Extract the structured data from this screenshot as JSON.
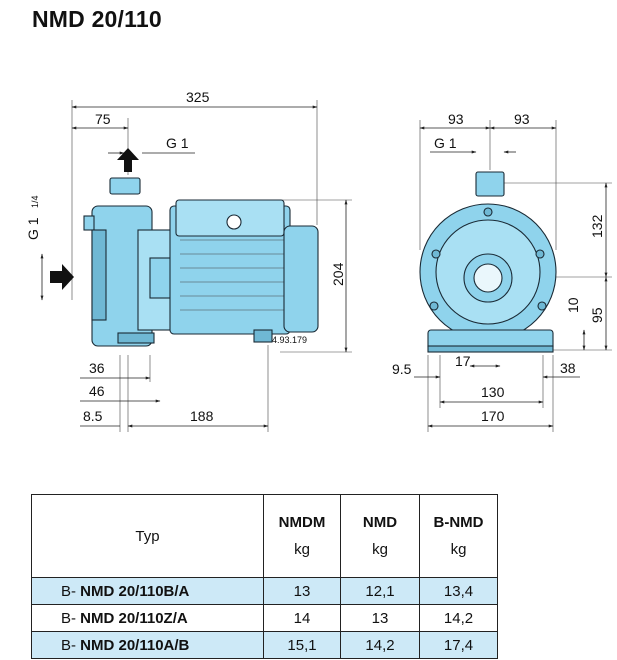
{
  "title": "NMD 20/110",
  "drawing": {
    "side_view": {
      "dim_325": "325",
      "dim_75": "75",
      "dim_g1_top": "G 1",
      "dim_g1_quarter": "G 1",
      "dim_g1_quarter_frac": "1/4",
      "dim_204": "204",
      "dim_36": "36",
      "dim_46": "46",
      "dim_8_5": "8.5",
      "dim_188": "188",
      "ref_code": "4.93.179"
    },
    "front_view": {
      "dim_93_left": "93",
      "dim_93_right": "93",
      "dim_g1": "G 1",
      "dim_132": "132",
      "dim_10": "10",
      "dim_95": "95",
      "dim_9_5": "9.5",
      "dim_17": "17",
      "dim_38": "38",
      "dim_130": "130",
      "dim_170": "170"
    }
  },
  "table": {
    "header": {
      "typ": "Typ",
      "columns": [
        {
          "name": "NMDM",
          "unit": "kg"
        },
        {
          "name": "NMD",
          "unit": "kg"
        },
        {
          "name": "B-NMD",
          "unit": "kg"
        }
      ]
    },
    "rows": [
      {
        "prefix": "B- ",
        "model": "NMD 20/110B/A",
        "values": [
          "13",
          "12,1",
          "13,4"
        ]
      },
      {
        "prefix": "B- ",
        "model": "NMD 20/110Z/A",
        "values": [
          "14",
          "13",
          "14,2"
        ]
      },
      {
        "prefix": "B- ",
        "model": "NMD 20/110A/B",
        "values": [
          "15,1",
          "14,2",
          "17,4"
        ]
      }
    ]
  },
  "colors": {
    "pump_blue": "#8fd3ec",
    "row_shade": "#cde9f7"
  }
}
